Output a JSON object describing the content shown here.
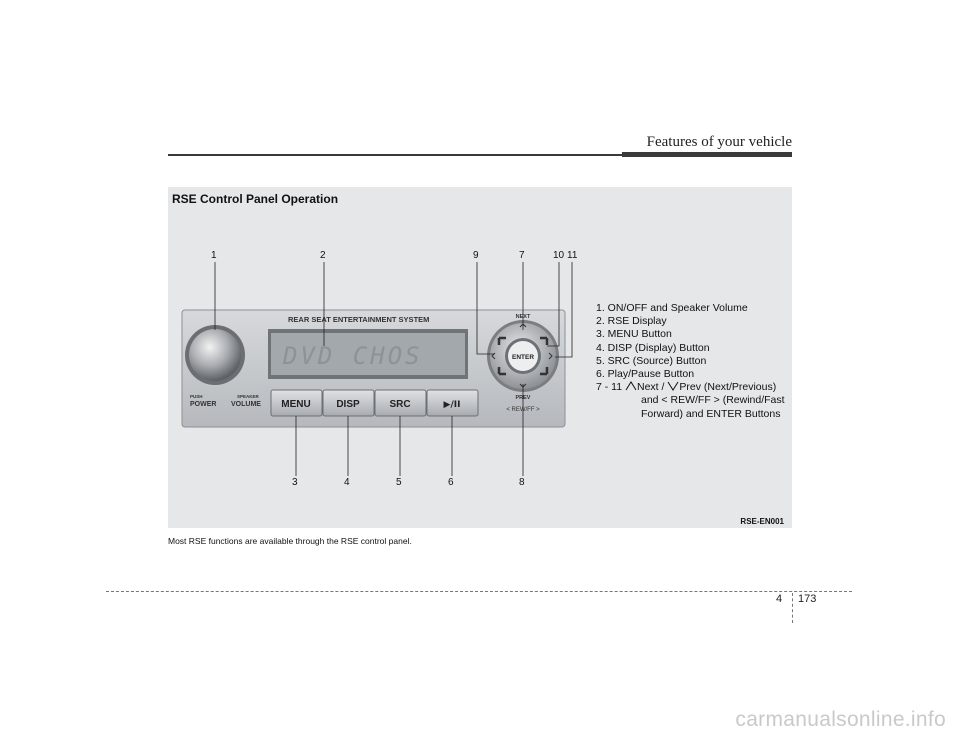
{
  "header": {
    "title": "Features of your vehicle"
  },
  "figure": {
    "title": "RSE Control Panel Operation",
    "code": "RSE-EN001",
    "panel": {
      "brand_label": "REAR SEAT ENTERTAINMENT SYSTEM",
      "display_text": "DVD CHOS",
      "push_label": "PUSH",
      "power_label": "POWER",
      "speaker_label": "SPEAKER",
      "volume_label": "VOLUME",
      "menu_label": "MENU",
      "disp_label": "DISP",
      "src_label": "SRC",
      "play_pause_label": "▶/II",
      "enter_label": "ENTER",
      "next_label": "NEXT",
      "prev_label": "PREV",
      "rewff_label": "<  REW/FF  >"
    },
    "callouts_top": [
      "1",
      "2",
      "9",
      "7",
      "10",
      "11"
    ],
    "callouts_bottom": [
      "3",
      "4",
      "5",
      "6",
      "8"
    ],
    "legend": [
      "1. ON/OFF and Speaker Volume",
      "2. RSE Display",
      "3. MENU Button",
      "4. DISP (Display) Button",
      "5. SRC (Source) Button",
      "6. Play/Pause Button"
    ],
    "legend_7_11": {
      "prefix": "7 - 11",
      "next": "Next /",
      "prev": "Prev (Next/Previous)",
      "line2": "and  < REW/FF > (Rewind/Fast",
      "line3": "Forward) and ENTER Buttons"
    }
  },
  "caption": "Most RSE functions are available through the RSE control panel.",
  "footer": {
    "chapter": "4",
    "page": "173"
  },
  "watermark": "carmanualsonline.info",
  "colors": {
    "figure_bg": "#e6e7e8",
    "panel_body": "#c5c8cb",
    "display": "#9ea3a8",
    "button_face": "#c9ccd0"
  }
}
